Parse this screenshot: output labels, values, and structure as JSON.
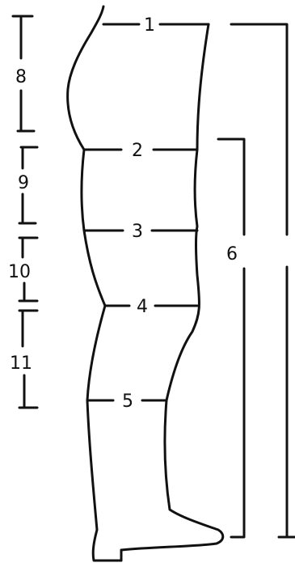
{
  "diagram": {
    "type": "leg-measurement-guide",
    "ink_color": "#111111",
    "background": "#ffffff",
    "measurements": [
      {
        "id": "1",
        "label": "1"
      },
      {
        "id": "2",
        "label": "2"
      },
      {
        "id": "3",
        "label": "3"
      },
      {
        "id": "4",
        "label": "4"
      },
      {
        "id": "5",
        "label": "5"
      },
      {
        "id": "6",
        "label": "6"
      },
      {
        "id": "7",
        "label": ""
      },
      {
        "id": "8",
        "label": "8"
      },
      {
        "id": "9",
        "label": "9"
      },
      {
        "id": "10",
        "label": "10"
      },
      {
        "id": "11",
        "label": "11"
      }
    ]
  }
}
